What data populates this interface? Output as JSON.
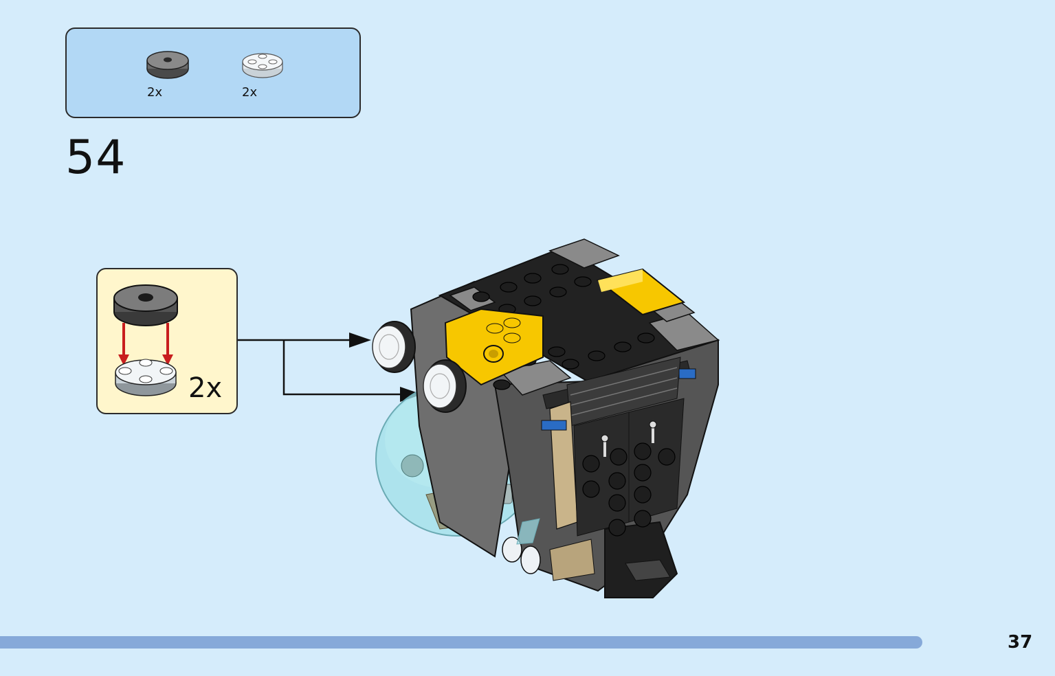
{
  "parts_list": {
    "items": [
      {
        "name": "round-tile-dark-gray-icon",
        "quantity": "2x",
        "color": "#6b6b6b"
      },
      {
        "name": "round-plate-trans-clear-icon",
        "quantity": "2x",
        "color": "#eef2f5"
      }
    ]
  },
  "step": {
    "number": "54"
  },
  "sub_assembly": {
    "quantity": "2x"
  },
  "progress": {
    "fraction": 0.935
  },
  "footer": {
    "page_number": "37"
  },
  "colors": {
    "background": "#d5ecfb",
    "parts_box": "#b2d8f5",
    "sub_box": "#fff6cc",
    "progress_bar": "#86a9d9",
    "brick_dark": "#2a2a2a",
    "brick_gray": "#7a7a7a",
    "brick_yellow": "#f7c700",
    "trans_light_blue": "#9fe0e8",
    "arrow_red": "#c81e1e"
  }
}
